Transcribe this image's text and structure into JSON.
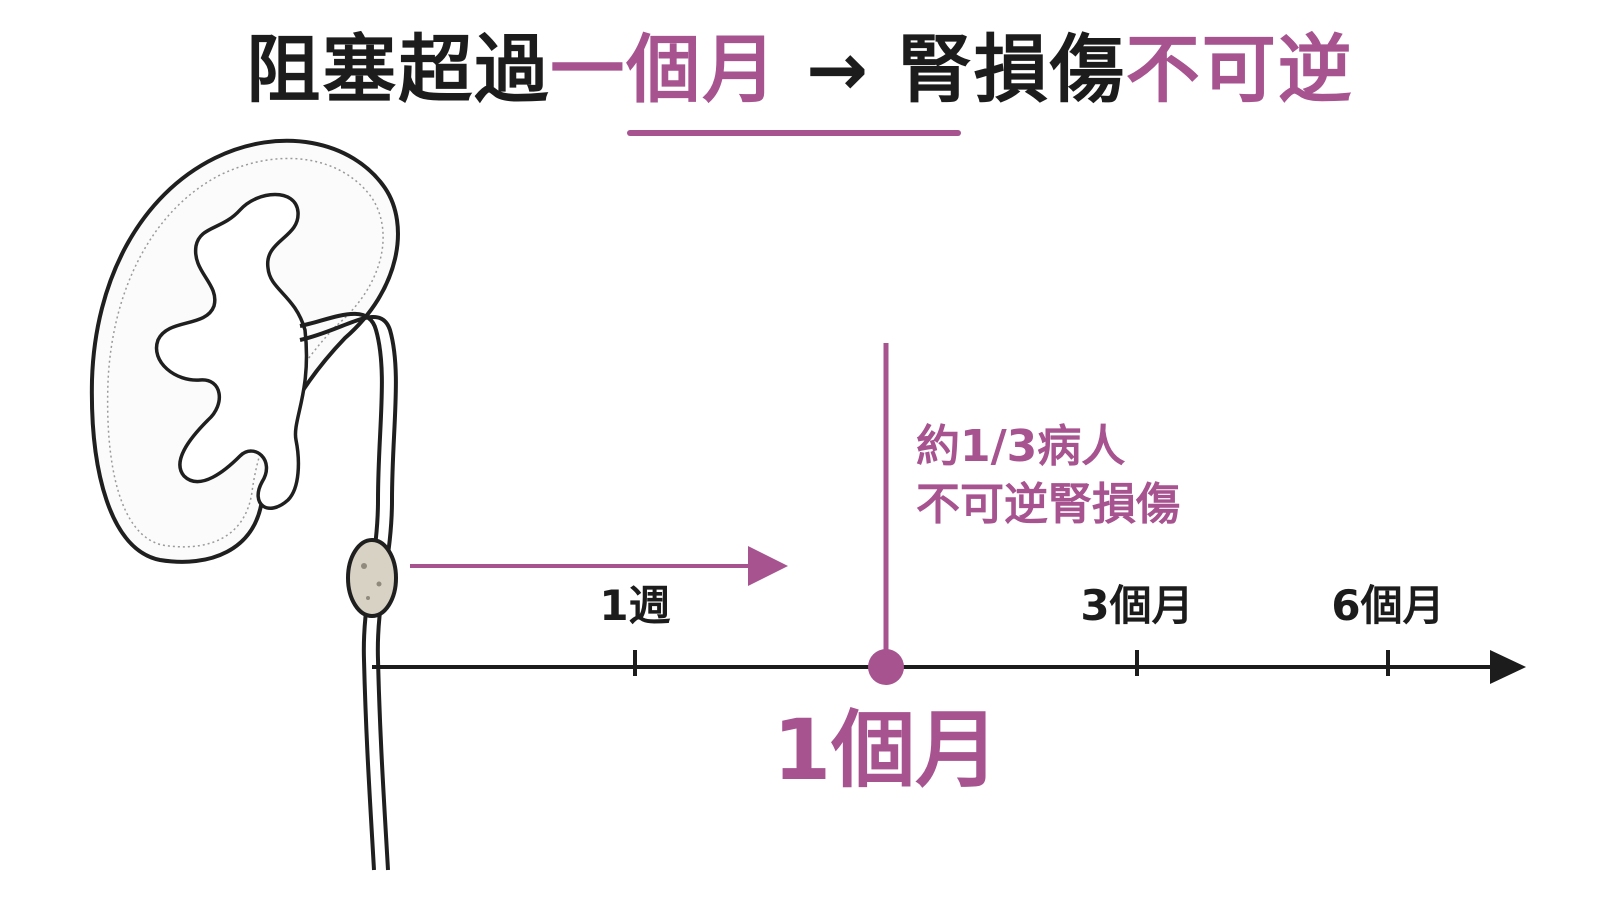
{
  "title": {
    "part1": "阻塞超過",
    "part2": "一個月",
    "part3": " → 腎損傷",
    "part4": "不可逆"
  },
  "timeline": {
    "ticks": [
      {
        "label": "1週",
        "position": 0.25
      },
      {
        "label": "3個月",
        "position": 0.75
      },
      {
        "label": "6個月",
        "position": 1.0
      }
    ],
    "milestone": {
      "label": "1個月",
      "position": 0.5
    },
    "note_line1": "約1/3病人",
    "note_line2": "不可逆腎損傷"
  },
  "illustration": {
    "organ": "kidney",
    "obstruction": "stone"
  },
  "colors": {
    "accent": "#a65390",
    "dark": "#1c1c1c",
    "stone": "#d8d2c4"
  }
}
